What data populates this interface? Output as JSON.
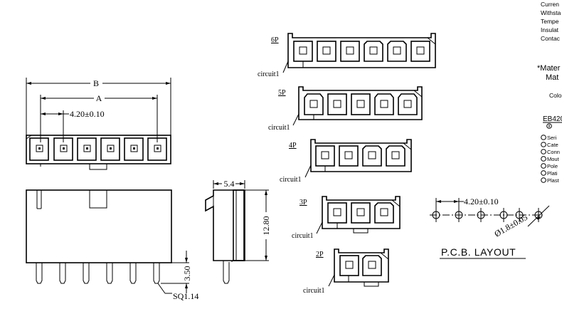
{
  "dimensions": {
    "B": "B",
    "A": "A",
    "pitch": "4.20±0.10",
    "width_side": "5.4",
    "height_side": "12.80",
    "pin_length": "3.50",
    "pin_square": "SQ1.14",
    "pcb_pitch": "4.20±0.10",
    "pcb_hole": "Ø1.8±0.05"
  },
  "variants": [
    {
      "label": "6P",
      "circuit": "circuit1"
    },
    {
      "label": "5P",
      "circuit": "circuit1"
    },
    {
      "label": "4P",
      "circuit": "circuit1"
    },
    {
      "label": "3P",
      "circuit": "circuit1"
    },
    {
      "label": "2P",
      "circuit": "circuit1"
    }
  ],
  "pcb_layout_title": "P.C.B. LAYOUT",
  "specs": {
    "lines": [
      "Curren",
      "Withsta",
      "Tempe",
      "Insulat",
      "Contac"
    ],
    "material_line1": "*Mater",
    "material_line2": "Mat",
    "color_line": "Colo",
    "part_code": "EB420",
    "legend": [
      "Seri",
      "Cate",
      "Conn",
      "Mout",
      "Pole",
      "Plati",
      "Plast"
    ]
  }
}
